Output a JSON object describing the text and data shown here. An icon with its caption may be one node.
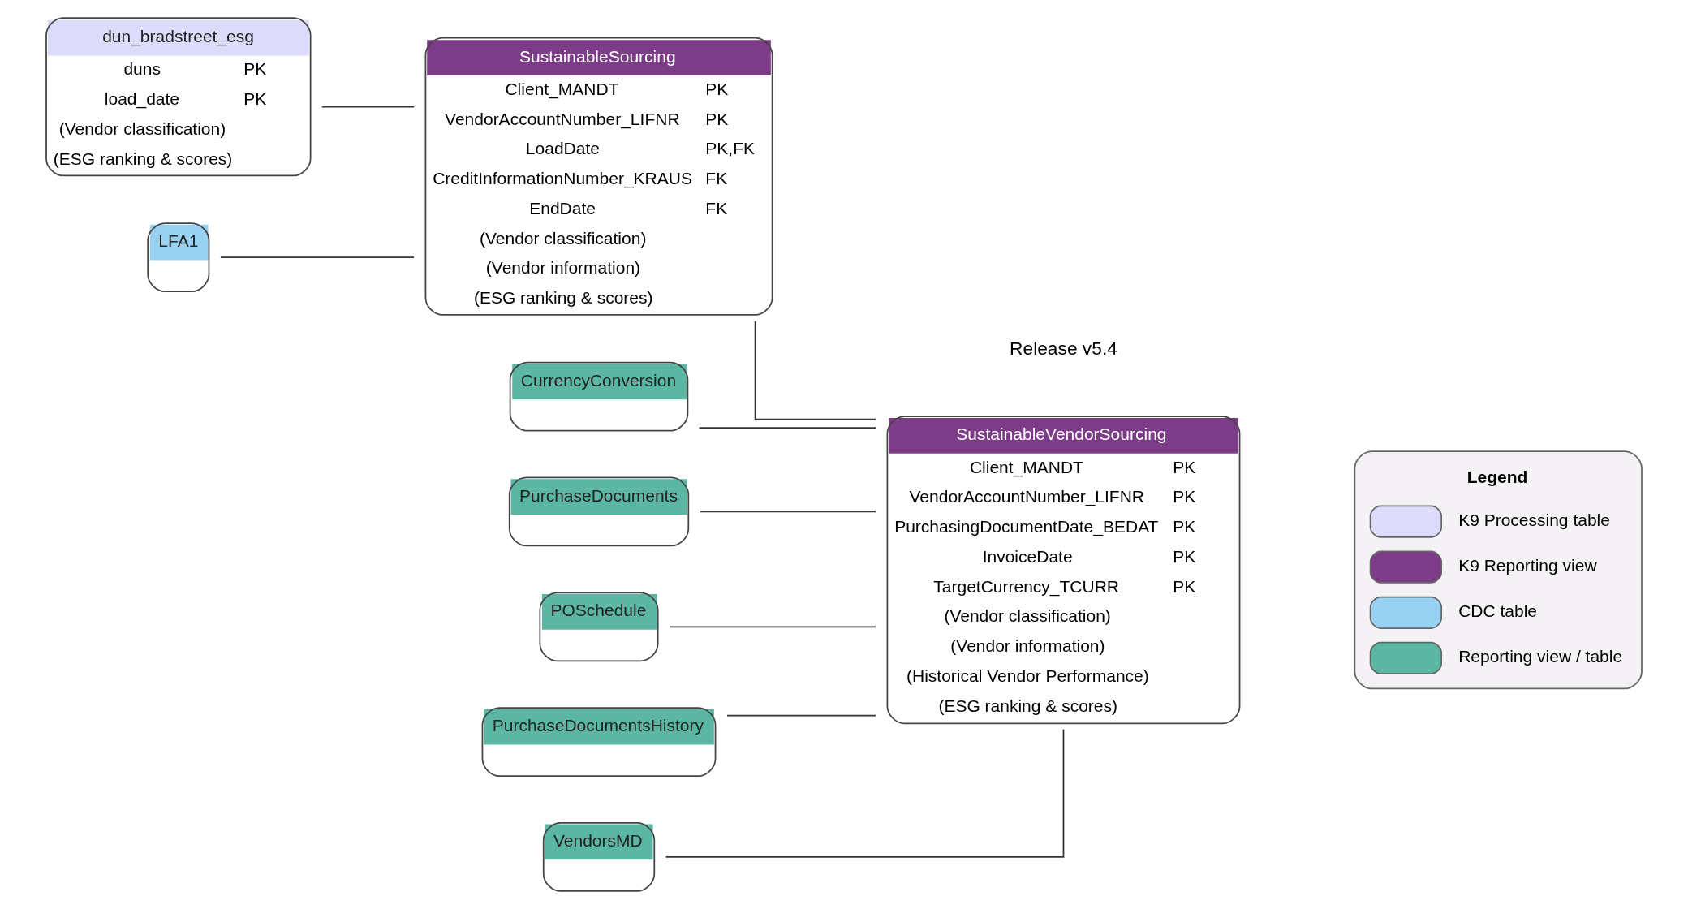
{
  "diagram": {
    "nodes": [
      {
        "text": [
          "dun_bradstreet_esg",
          "duns",
          "PK",
          "load_date",
          "PK",
          "(Vendor classification)",
          "(ESG ranking & scores)"
        ]
      },
      {
        "text": [
          "SustainableSourcing",
          "Client_MANDT",
          "PK",
          "VendorAccountNumber_LIFNR",
          "PK",
          "LoadDate",
          "PK,FK",
          "CreditInformationNumber_KRAUS",
          "FK",
          "EndDate",
          "FK",
          "(Vendor classification)",
          "(Vendor information)",
          "(ESG ranking & scores)"
        ]
      },
      {
        "text": [
          "SustainableVendorSourcing",
          "Client_MANDT",
          "PK",
          "VendorAccountNumber_LIFNR",
          "PK",
          "PurchasingDocumentDate_BEDAT",
          "PK",
          "InvoiceDate",
          "PK",
          "TargetCurrency_TCURR",
          "PK",
          "(Vendor classification)",
          "(Vendor information)",
          "(Historical Vendor Performance)",
          "(ESG ranking & scores)"
        ]
      },
      {
        "text": [
          "LFA1"
        ]
      },
      {
        "text": [
          "CurrencyConversion"
        ]
      },
      {
        "text": [
          "PurchaseDocuments"
        ]
      },
      {
        "text": [
          "POSchedule"
        ]
      },
      {
        "text": [
          "PurchaseDocumentsHistory"
        ]
      },
      {
        "text": [
          "VendorsMD"
        ]
      }
    ],
    "edges": [
      {
        "from": 0,
        "to": 1,
        "arrow": "none"
      },
      {
        "from": 3,
        "to": 1,
        "arrow": "none"
      },
      {
        "from": 1,
        "to": 2,
        "arrow": "none"
      },
      {
        "from": 4,
        "to": 2,
        "arrow": "none"
      },
      {
        "from": 5,
        "to": 2,
        "arrow": "none"
      },
      {
        "from": 6,
        "to": 2,
        "arrow": "none"
      },
      {
        "from": 7,
        "to": 2,
        "arrow": "none"
      },
      {
        "from": 8,
        "to": 2,
        "arrow": "none"
      }
    ],
    "labels": [
      "Release v5.4",
      "Legend"
    ],
    "legend": [
      {
        "text": "K9 Processing table",
        "color": "#dcdcfa"
      },
      {
        "text": "K9 Reporting view",
        "color": "#7d3c87"
      },
      {
        "text": "CDC table",
        "color": "#99d1f2"
      },
      {
        "text": "Reporting view / table",
        "color": "#5bb7a3"
      }
    ]
  }
}
